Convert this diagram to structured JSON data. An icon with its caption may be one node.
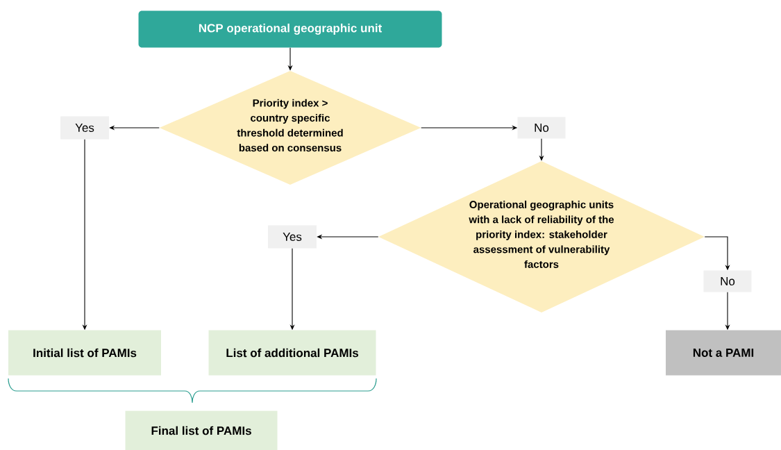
{
  "diagram": {
    "nodes": [
      {
        "text": [
          "NCP operational geographic unit"
        ]
      },
      {
        "text": [
          "Priority index > country specific threshold determined based on consensus"
        ]
      },
      {
        "text": [
          "Yes"
        ]
      },
      {
        "text": [
          "No"
        ]
      },
      {
        "text": [
          "Operational geographic units with a lack of reliability of the priority index: stakeholder assessment of vulnerability factors"
        ]
      },
      {
        "text": [
          "Yes"
        ]
      },
      {
        "text": [
          "No"
        ]
      },
      {
        "text": [
          "Initial list of PAMIs"
        ]
      },
      {
        "text": [
          "List of additional PAMIs"
        ]
      },
      {
        "text": [
          "Not a PAMI"
        ]
      },
      {
        "text": [
          "Final list of PAMIs"
        ]
      }
    ],
    "edges": [
      {
        "from": 0,
        "to": 1,
        "arrow": "to"
      },
      {
        "from": 1,
        "to": 2,
        "arrow": "to"
      },
      {
        "from": 1,
        "to": 3,
        "arrow": "to"
      },
      {
        "from": 2,
        "to": 7,
        "arrow": "to"
      },
      {
        "from": 3,
        "to": 4,
        "arrow": "to"
      },
      {
        "from": 4,
        "to": 5,
        "arrow": "to"
      },
      {
        "from": 4,
        "to": 6,
        "arrow": "to"
      },
      {
        "from": 5,
        "to": 8,
        "arrow": "to"
      },
      {
        "from": 6,
        "to": 9,
        "arrow": "to"
      }
    ]
  }
}
